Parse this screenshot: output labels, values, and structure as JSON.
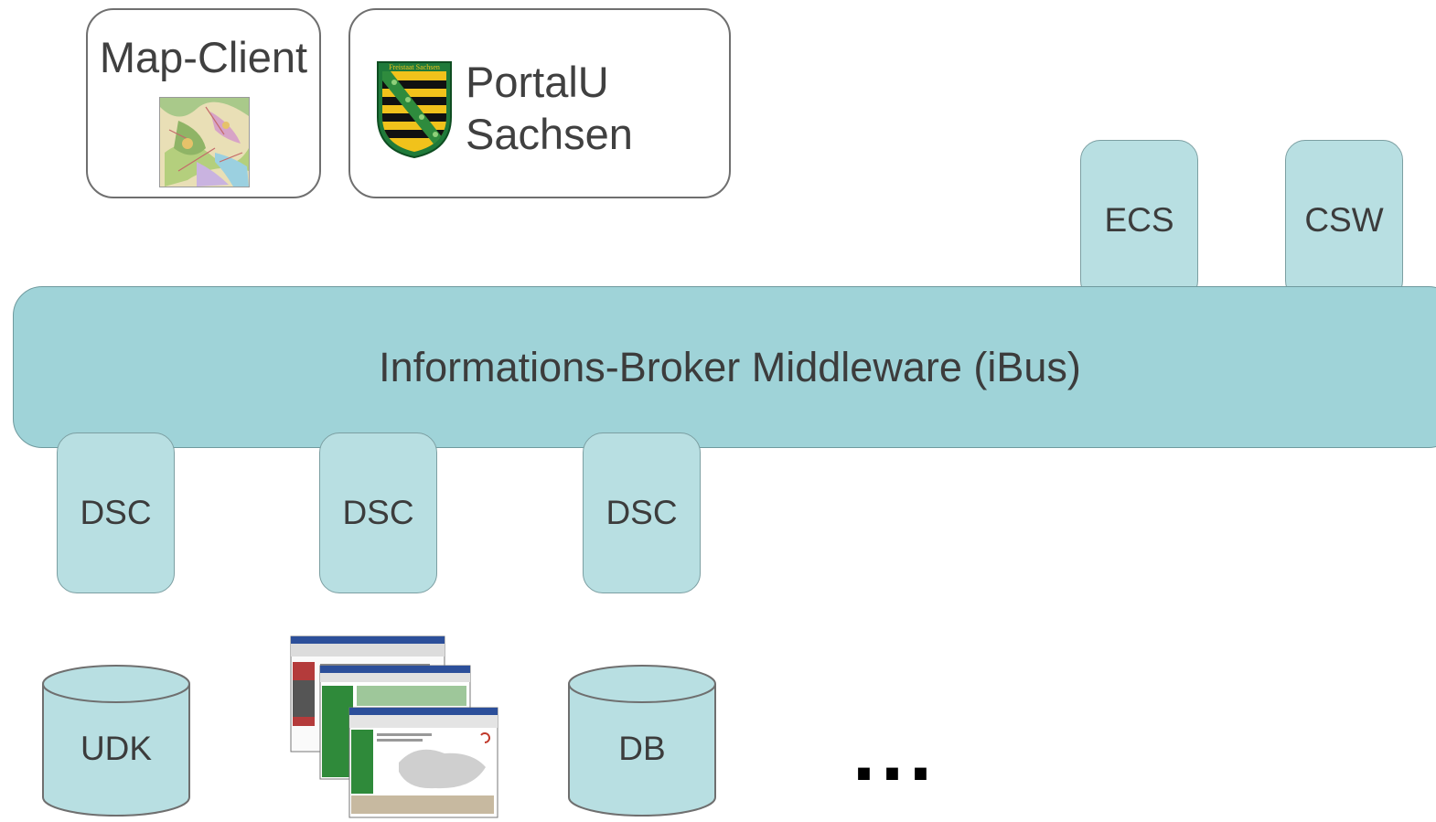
{
  "clients": {
    "map_client": {
      "title": "Map-Client"
    },
    "portal": {
      "line1": "PortalU",
      "line2": "Sachsen",
      "logo_text": "Freistaat Sachsen"
    }
  },
  "middleware": {
    "label": "Informations-Broker Middleware (iBus)"
  },
  "services": {
    "ecs": "ECS",
    "csw": "CSW"
  },
  "connectors": [
    {
      "label": "DSC"
    },
    {
      "label": "DSC"
    },
    {
      "label": "DSC"
    }
  ],
  "sources": {
    "udk": "UDK",
    "db": "DB",
    "more": "..."
  },
  "colors": {
    "ibus": "#9fd3d8",
    "box": "#b8dfe2",
    "text": "#404040"
  }
}
